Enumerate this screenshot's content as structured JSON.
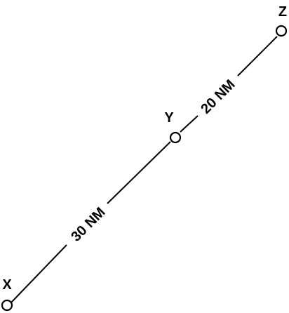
{
  "points": {
    "x_label": "X",
    "y_label": "Y",
    "z_label": "Z"
  },
  "segments": {
    "xy_distance": "30 NM",
    "yz_distance": "20 NM"
  },
  "colors": {
    "line": "#000000",
    "background": "#ffffff"
  }
}
